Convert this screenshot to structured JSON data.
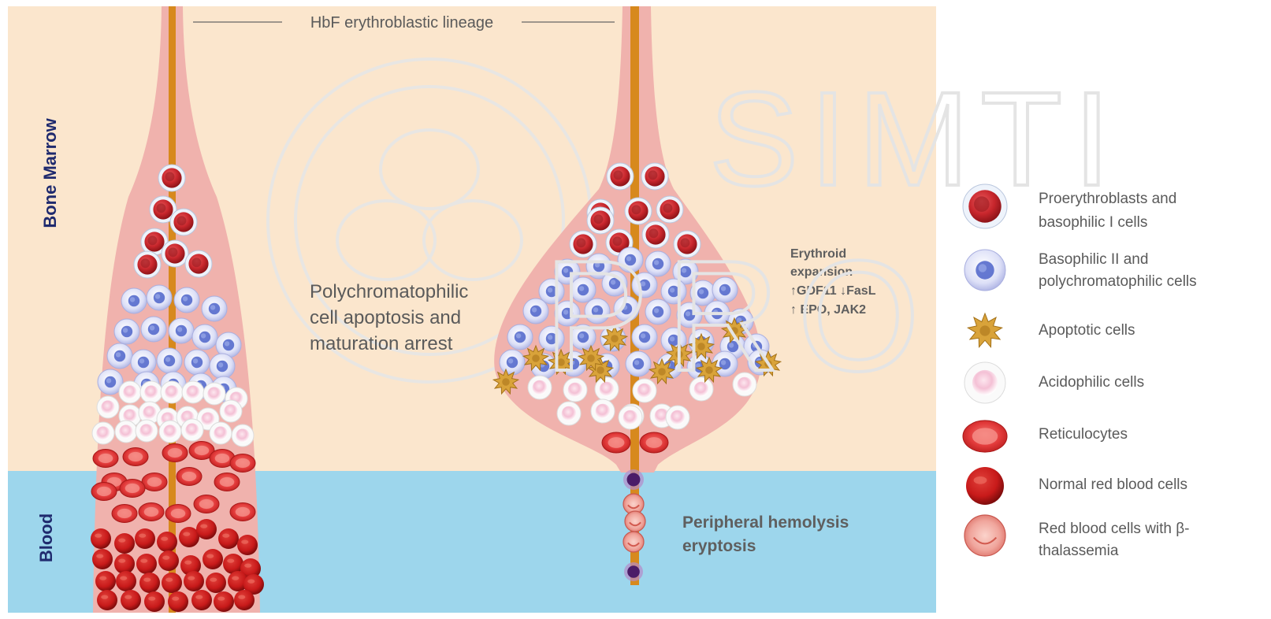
{
  "header": {
    "lineage_title": "HbF erythroblastic lineage"
  },
  "regions": {
    "marrow_label": "Bone Marrow",
    "blood_label": "Blood"
  },
  "middle": {
    "line1": "Polychromatophilic",
    "line2": "cell apoptosis and",
    "line3": "maturation arrest"
  },
  "expansion": {
    "line1": "Erythroid",
    "line2": "expansion",
    "line3": "↑GDF11 ↓FasL",
    "line4": "↑ EPO, JAK2"
  },
  "hemolysis": {
    "line1": "Peripheral hemolysis",
    "line2": "eryptosis"
  },
  "watermark": {
    "line1": "SIMTI",
    "line2": "PRO"
  },
  "legend": [
    {
      "line1": "Proerythroblasts and",
      "line2": "basophilic I cells",
      "icon": "proerythroblast-icon"
    },
    {
      "line1": "Basophilic II and",
      "line2": "polychromatophilic cells",
      "icon": "basophilic-cell-icon"
    },
    {
      "line1": "Apoptotic cells",
      "line2": "",
      "icon": "apoptotic-cell-icon"
    },
    {
      "line1": "Acidophilic cells",
      "line2": "",
      "icon": "acidophilic-cell-icon"
    },
    {
      "line1": "Reticulocytes",
      "line2": "",
      "icon": "reticulocyte-icon"
    },
    {
      "line1": "Normal red blood cells",
      "line2": "",
      "icon": "red-blood-cell-icon"
    },
    {
      "line1": "Red blood cells with β-",
      "line2": "thalassemia",
      "icon": "thalassemic-rbc-icon"
    }
  ],
  "colors": {
    "marrow_bg": "#fbe6cd",
    "blood_bg": "#9dd6ec",
    "funnel": "#f0b2ad",
    "stem": "#d7891d",
    "proerythroblast": "#c7262c",
    "basophilic": "#c6cbef",
    "acidophilic": "#f4c8da",
    "apoptotic": "#d9a33a",
    "reticulocyte": "#e23a3a",
    "rbc": "#c81a1a",
    "thal_rbc": "#f0a59c"
  }
}
